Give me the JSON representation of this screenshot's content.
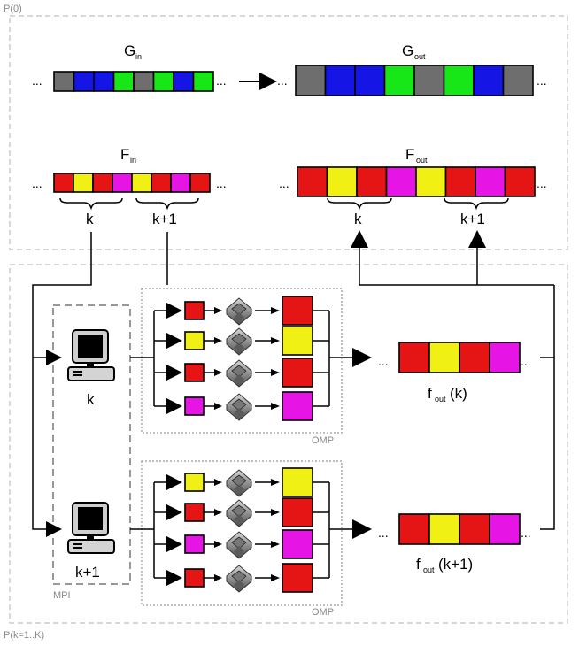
{
  "colors": {
    "gray": "#6e6e6e",
    "blue": "#1515e6",
    "green": "#17e617",
    "red": "#e61515",
    "yellow": "#f0f015",
    "magenta": "#e615e6"
  },
  "top_region": {
    "label": "P(0)",
    "g_in": {
      "symbol": "G",
      "subscript": "in",
      "cells": [
        "gray",
        "blue",
        "blue",
        "green",
        "gray",
        "green",
        "blue",
        "green"
      ]
    },
    "g_out": {
      "symbol": "G",
      "subscript": "out",
      "cells": [
        "gray",
        "blue",
        "blue",
        "green",
        "gray",
        "green",
        "blue",
        "gray"
      ]
    },
    "f_in": {
      "symbol": "F",
      "subscript": "in",
      "cells": [
        "red",
        "yellow",
        "red",
        "magenta",
        "yellow",
        "red",
        "magenta",
        "red"
      ]
    },
    "f_out": {
      "symbol": "F",
      "subscript": "out",
      "cells": [
        "red",
        "yellow",
        "red",
        "magenta",
        "yellow",
        "red",
        "magenta",
        "red"
      ]
    },
    "brace_labels_in": [
      "k",
      "k+1"
    ],
    "brace_labels_out": [
      "k",
      "k+1"
    ],
    "ellipsis": "..."
  },
  "bottom_region": {
    "label": "P(k=1..K)",
    "mpi_label": "MPI",
    "nodes": [
      {
        "computer_label": "k",
        "omp_label": "OMP",
        "inputs": [
          "red",
          "yellow",
          "red",
          "magenta"
        ],
        "outputs": [
          "red",
          "yellow",
          "red",
          "magenta"
        ],
        "result": {
          "symbol": "f",
          "subscript": "out",
          "arg": "(k)",
          "cells": [
            "red",
            "yellow",
            "red",
            "magenta"
          ]
        }
      },
      {
        "computer_label": "k+1",
        "omp_label": "OMP",
        "inputs": [
          "yellow",
          "red",
          "magenta",
          "red"
        ],
        "outputs": [
          "yellow",
          "red",
          "magenta",
          "red"
        ],
        "result": {
          "symbol": "f",
          "subscript": "out",
          "arg": "(k+1)",
          "cells": [
            "red",
            "yellow",
            "red",
            "magenta"
          ]
        }
      }
    ]
  }
}
